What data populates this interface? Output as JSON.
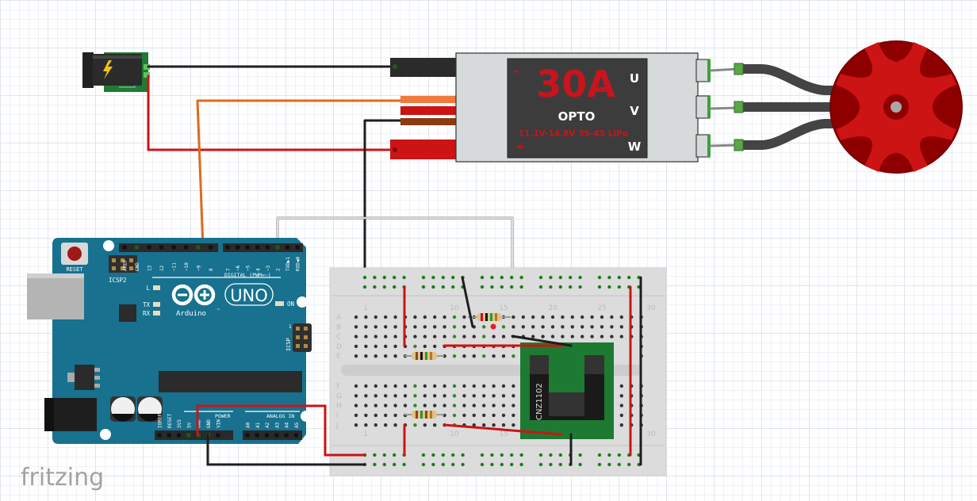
{
  "app": {
    "logo": "fritzing"
  },
  "esc": {
    "rating": "30A",
    "type": "OPTO",
    "spec": "11.1V-14.8V  3S-4S LiPo",
    "minus": "-",
    "plus": "+",
    "phases": [
      "U",
      "V",
      "W"
    ]
  },
  "arduino": {
    "logo_text": "Arduino",
    "tm": "™",
    "model": "UNO",
    "reset_label": "RESET",
    "icsp2_label": "ICSP2",
    "icsp_label": "ICSP",
    "icsp_pin1": "1",
    "led_labels": [
      "L",
      "TX",
      "RX"
    ],
    "on_label": "ON",
    "digital_label": "DIGITAL (PWM=~)",
    "top_pins": [
      "AREF",
      "GND",
      "13",
      "12",
      "~11",
      "~10",
      "~9",
      "8"
    ],
    "top_pins2": [
      "7",
      "~6",
      "~5",
      "4",
      "~3",
      "2",
      "TXD▶1",
      "RXD◀0"
    ],
    "power_label": "POWER",
    "analog_label": "ANALOG IN",
    "power_pins": [
      "IOREF",
      "RESET",
      "3V3",
      "5V",
      "GND",
      "GND",
      "VIN"
    ],
    "analog_pins": [
      "A0",
      "A1",
      "A2",
      "A3",
      "A4",
      "A5"
    ]
  },
  "breadboard": {
    "row_labels_top": [
      "A",
      "B",
      "C",
      "D",
      "E"
    ],
    "row_labels_bottom": [
      "F",
      "G",
      "H",
      "I",
      "J"
    ],
    "column_numbers": [
      "1",
      "10",
      "15",
      "20",
      "25",
      "30"
    ]
  },
  "sensor": {
    "label": "CNZ1102",
    "mark": "°"
  },
  "colors": {
    "wire_red": "#cc1414",
    "wire_black": "#1e1e1e",
    "wire_orange": "#e06a1a",
    "wire_brown": "#8b3a12",
    "wire_white": "#e8e8e8",
    "arduino_blue": "#17718f",
    "esc_body": "#d6dadb",
    "esc_panel": "#3c3c3c",
    "esc_text_red": "#c8141e",
    "motor_dark": "#8e0000",
    "motor_light": "#cc1414",
    "pcb_green": "#1e7a32"
  }
}
